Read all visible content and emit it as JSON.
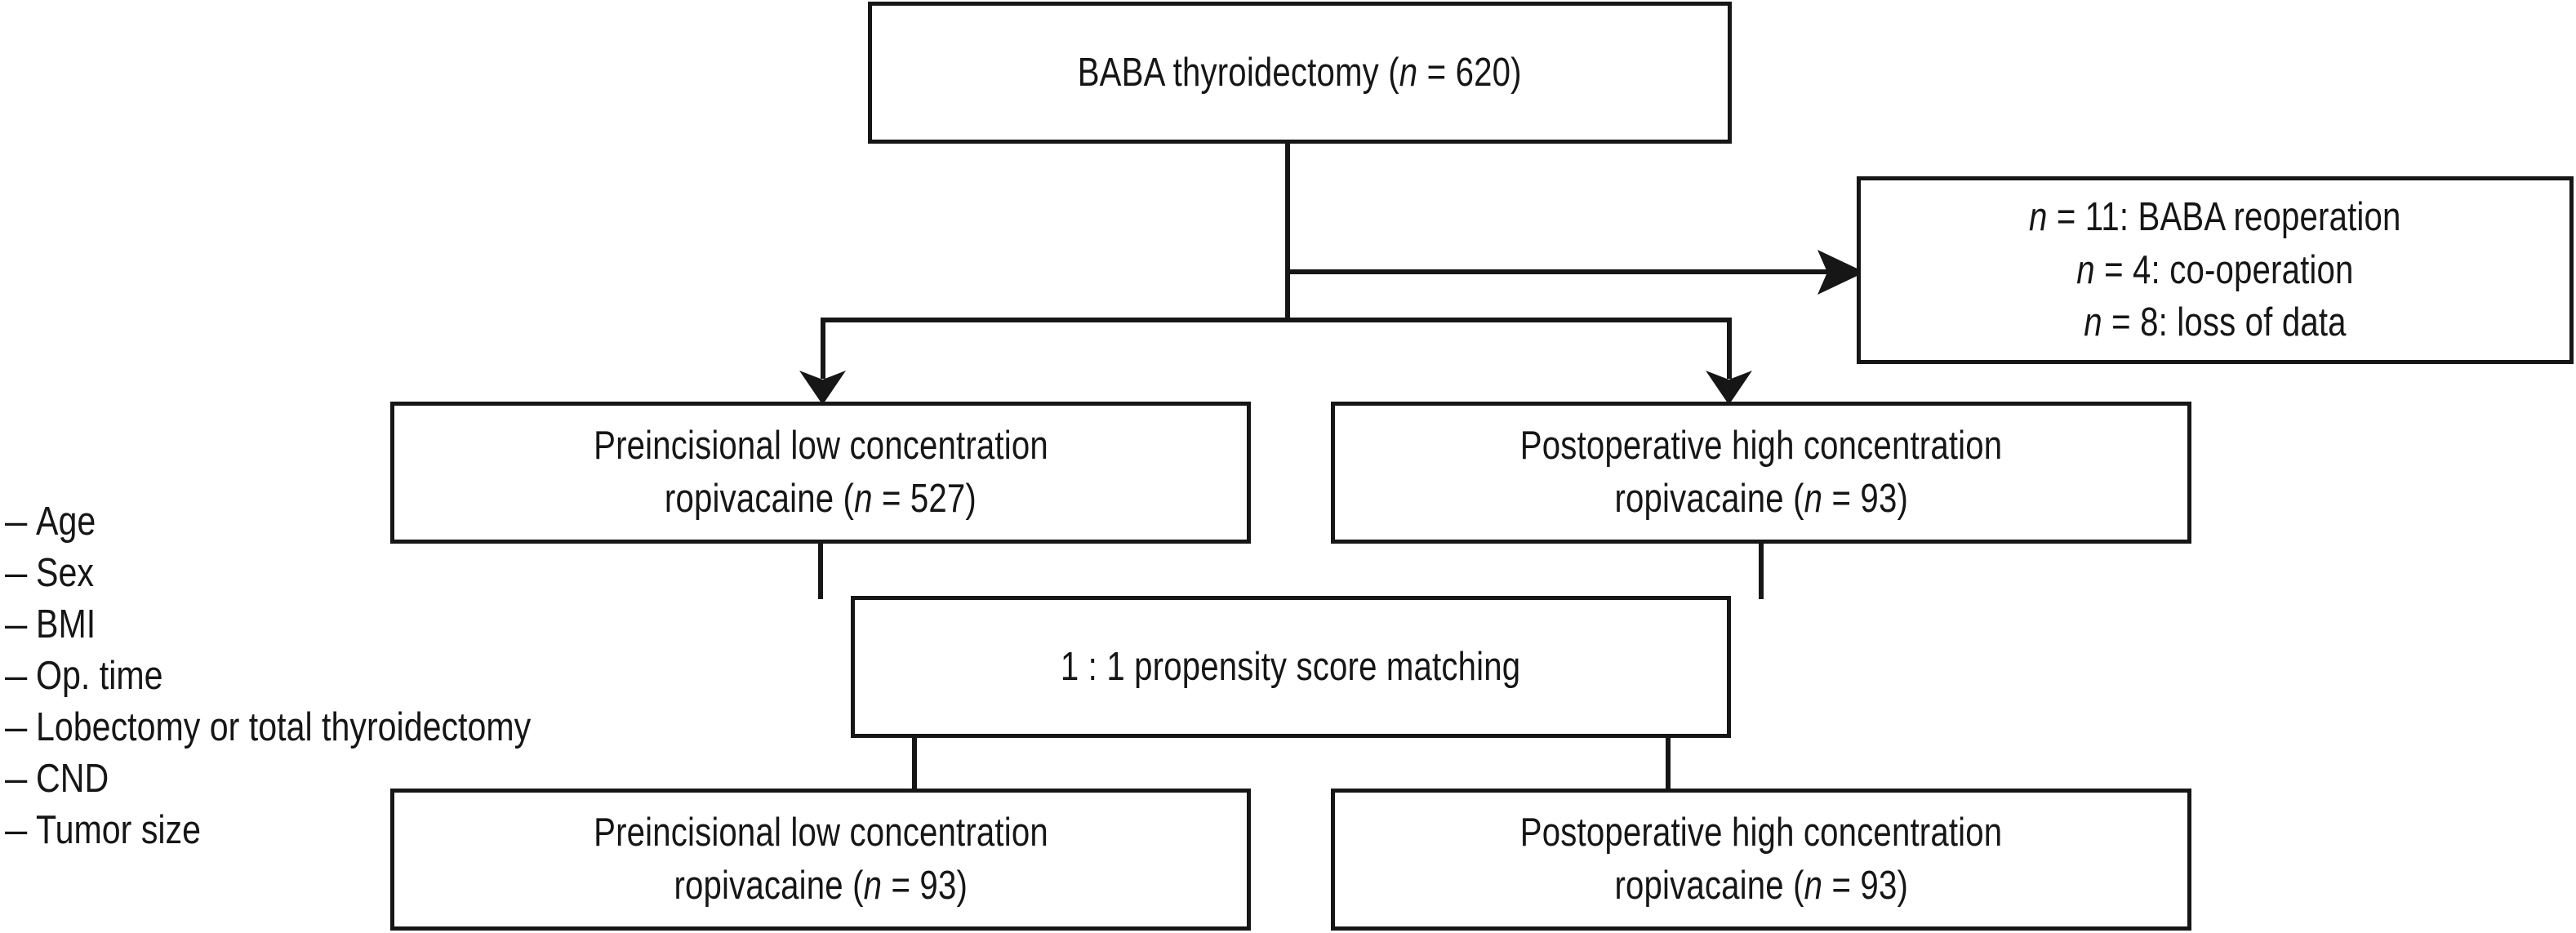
{
  "figure": {
    "type": "flowchart",
    "title": "BABA thyroidectomy patient selection and propensity score matching flow diagram"
  },
  "nodes": {
    "root": {
      "label": "BABA thyroidectomy (n = 620)",
      "text_before_n": "BABA thyroidectomy (",
      "n_symbol": "n",
      "text_after_n": " = 620)"
    },
    "exclusions": {
      "lines": [
        {
          "n_symbol": "n",
          "rest": " = 11: BABA reoperation"
        },
        {
          "n_symbol": "n",
          "rest": " = 4: co-operation"
        },
        {
          "n_symbol": "n",
          "rest": " = 8: loss of data"
        }
      ]
    },
    "group_low_pre": {
      "line1": "Preincisional low concentration",
      "line2_before_n": "ropivacaine (",
      "n_symbol": "n",
      "line2_after_n": " = 527)"
    },
    "group_high_post": {
      "line1": "Postoperative high concentration",
      "line2_before_n": "ropivacaine (",
      "n_symbol": "n",
      "line2_after_n": " = 93)"
    },
    "matching": {
      "label": "1 : 1 propensity score matching"
    },
    "matched_low_pre": {
      "line1": "Preincisional low concentration",
      "line2_before_n": "ropivacaine (",
      "n_symbol": "n",
      "line2_after_n": " = 93)"
    },
    "matched_high_post": {
      "line1": "Postoperative high concentration",
      "line2_before_n": "ropivacaine (",
      "n_symbol": "n",
      "line2_after_n": " = 93)"
    }
  },
  "covariates": {
    "bullet": "–",
    "items": [
      "Age",
      "Sex",
      "BMI",
      "Op. time",
      "Lobectomy or total thyroidectomy",
      "CND",
      "Tumor size"
    ]
  },
  "style": {
    "line_color": "#161616",
    "box_fill": "#ffffff",
    "background": "#ffffff"
  }
}
